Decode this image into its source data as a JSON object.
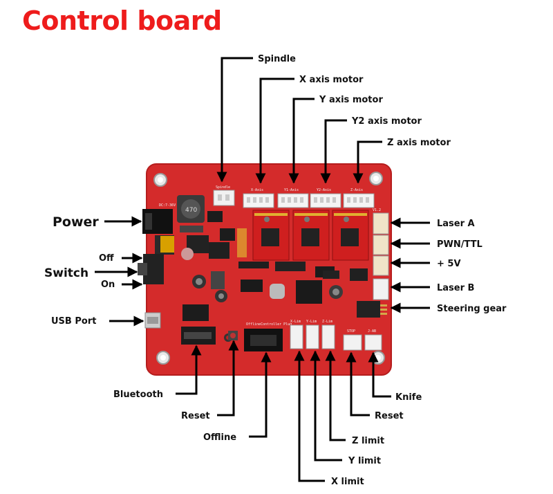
{
  "title": "Control board",
  "colors": {
    "title": "#ee1c1c",
    "board": "#d42b2b",
    "pcb_edge": "#b51d1d",
    "line": "#000000"
  },
  "labels": {
    "spindle": "Spindle",
    "x_axis_motor": "X axis motor",
    "y_axis_motor": "Y axis motor",
    "y2_axis_motor": "Y2 axis motor",
    "z_axis_motor": "Z axis motor",
    "power": "Power",
    "off": "Off",
    "switch": "Switch",
    "on": "On",
    "usb_port": "USB Port",
    "laser_a": "Laser A",
    "pwn_ttl": "PWN/TTL",
    "plus_5v": "+ 5V",
    "laser_b": "Laser B",
    "steering_gear": "Steering gear",
    "bluetooth": "Bluetooth",
    "reset_left": "Reset",
    "offline": "Offline",
    "x_limit": "X  limit",
    "y_limit": "Y limit",
    "z_limit": "Z limit",
    "reset_right": "Reset",
    "knife": "Knife"
  },
  "silkscreen": {
    "spindle": "Spindle",
    "x_axis": "X-Axis",
    "y1_axis": "Y1-Axis",
    "y2_axis": "Y2-Axis",
    "z_axis": "Z-Axis",
    "power_rating": "DC:7-36V",
    "version": "V1.2",
    "inductor": "470",
    "offline_plug": "OfflineController Plug",
    "x_lim": "X-Lim",
    "y_lim": "Y-Lim",
    "z_lim": "Z-Lim",
    "stop": "STOP",
    "j_ab": "J-AB"
  }
}
